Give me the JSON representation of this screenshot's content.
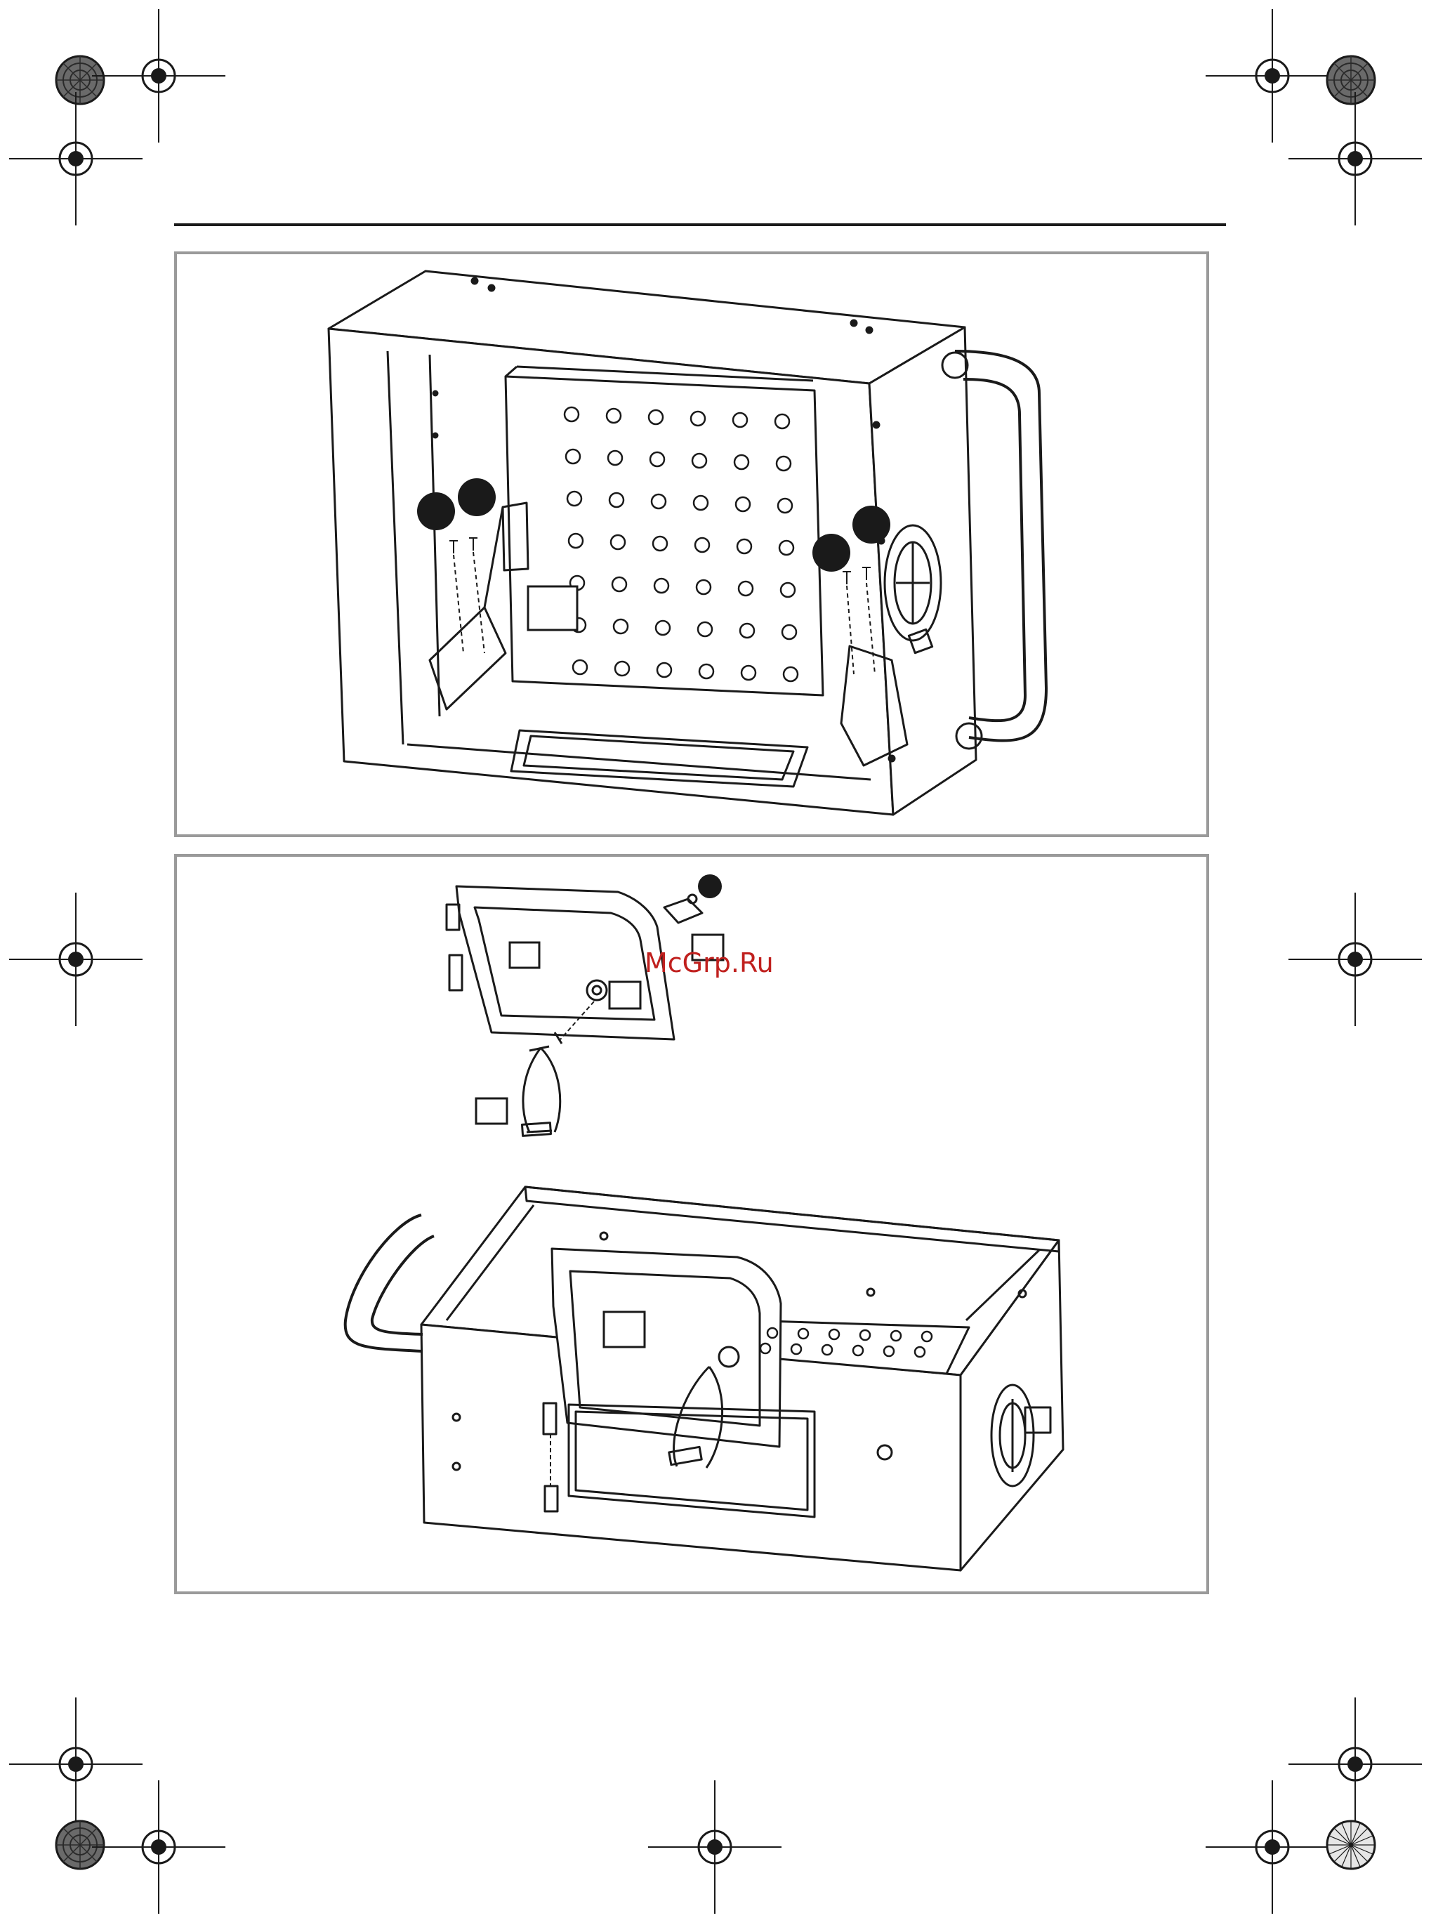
{
  "page": {
    "background": "#ffffff",
    "ink_color": "#1a1a1a",
    "frame_color": "#9a9a9a",
    "watermark": {
      "text": "McGrp.Ru",
      "color": "#c0201e"
    }
  },
  "figure_top": {
    "callout_count": 4,
    "label_box_count": 1
  },
  "figure_bottom": {
    "callout_count": 1,
    "label_box_count": 5
  }
}
